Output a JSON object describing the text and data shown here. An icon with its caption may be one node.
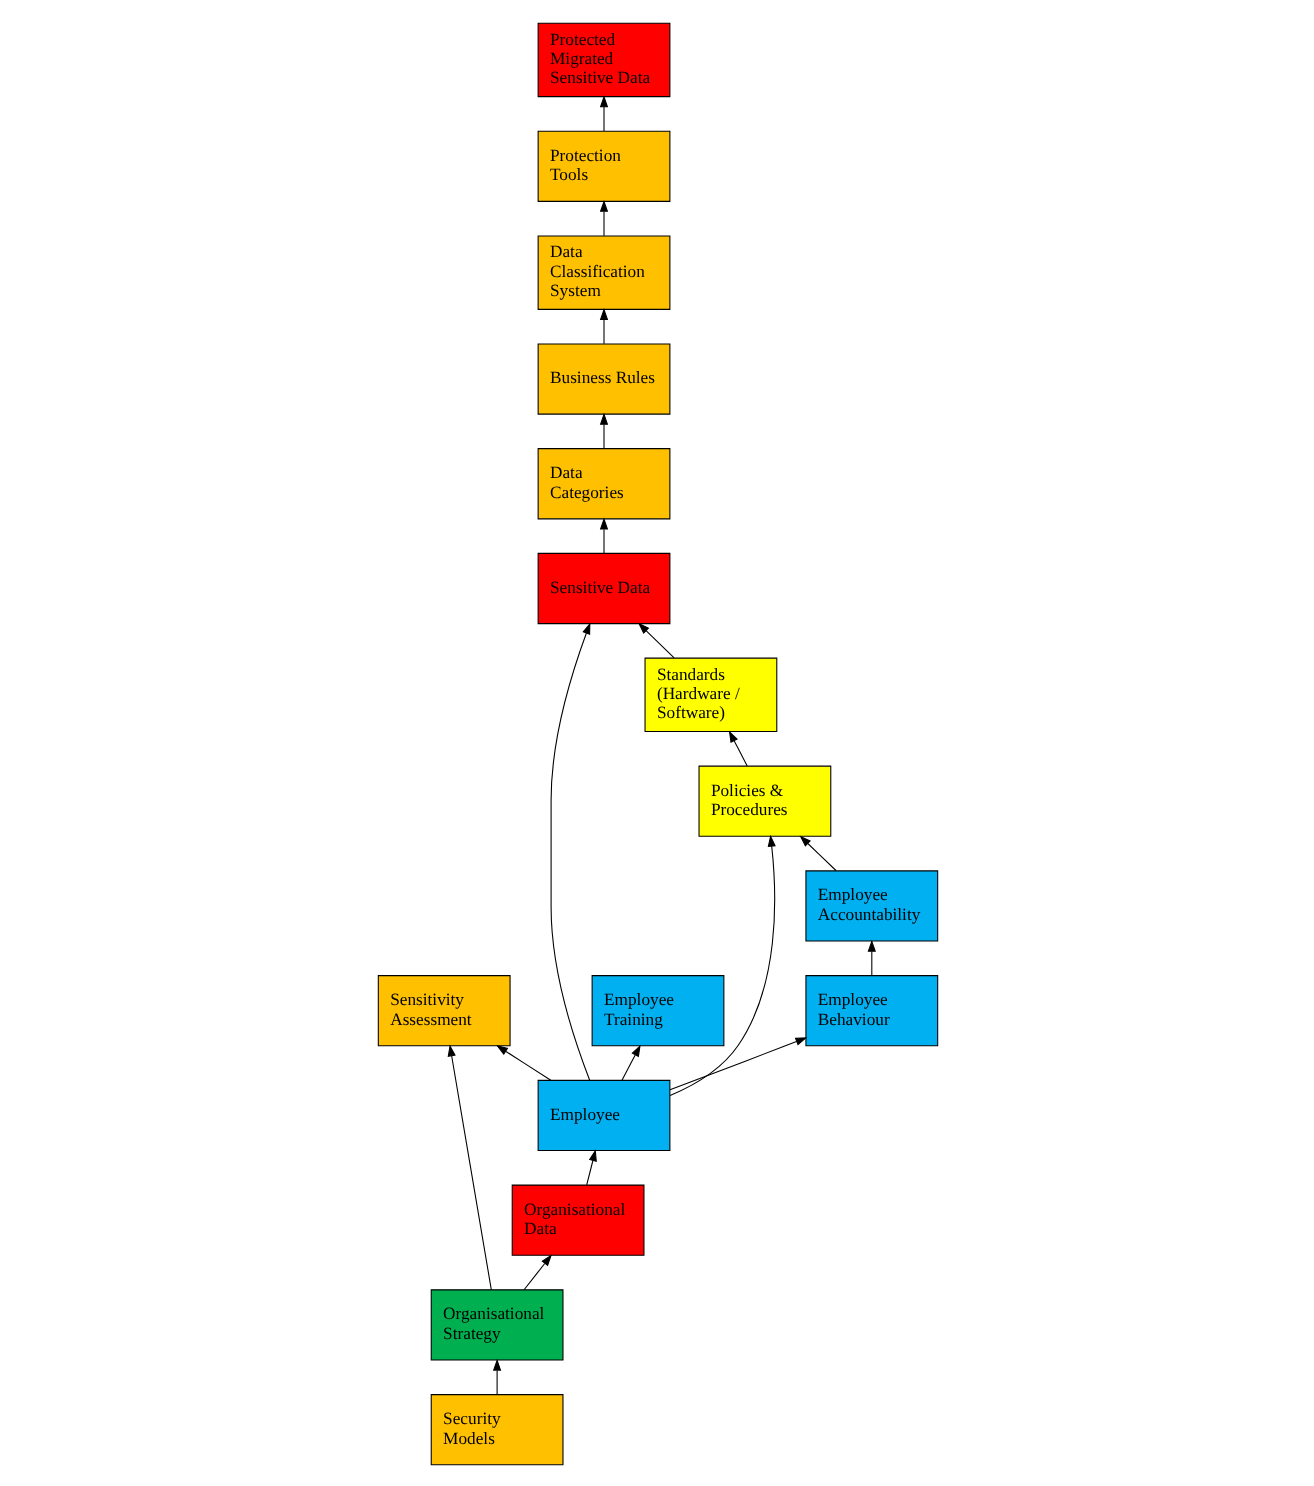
{
  "diagram": {
    "nodes": [
      {
        "text": [
          "Data Classification System"
        ]
      },
      {
        "text": [
          "Protection Tools"
        ]
      },
      {
        "text": [
          "Protected Migrated Sensitive Data"
        ]
      },
      {
        "text": [
          "Business Rules"
        ]
      },
      {
        "text": [
          "Data Categories"
        ]
      },
      {
        "text": [
          "Standards (Hardware / Software)"
        ]
      },
      {
        "text": [
          "Sensitive Data"
        ]
      },
      {
        "text": [
          "Employee Training"
        ]
      },
      {
        "text": [
          "Policies & Procedures"
        ]
      },
      {
        "text": [
          "Employee"
        ]
      },
      {
        "text": [
          "Sensitivity Assessment"
        ]
      },
      {
        "text": [
          "Employee Accountability"
        ]
      },
      {
        "text": [
          "Employee Behaviour"
        ]
      },
      {
        "text": [
          "Organisational Data"
        ]
      },
      {
        "text": [
          "Security Models"
        ]
      },
      {
        "text": [
          "Organisational Strategy"
        ]
      }
    ],
    "edges": [
      {
        "from": 3,
        "to": 0,
        "arrow": "to"
      },
      {
        "from": 0,
        "to": 1,
        "arrow": "to"
      },
      {
        "from": 1,
        "to": 2,
        "arrow": "to"
      },
      {
        "from": 4,
        "to": 3,
        "arrow": "to"
      },
      {
        "from": 6,
        "to": 4,
        "arrow": "to"
      },
      {
        "from": 5,
        "to": 6,
        "arrow": "to"
      },
      {
        "from": 8,
        "to": 5,
        "arrow": "to"
      },
      {
        "from": 9,
        "to": 6,
        "arrow": "to"
      },
      {
        "from": 9,
        "to": 7,
        "arrow": "to"
      },
      {
        "from": 9,
        "to": 8,
        "arrow": "to"
      },
      {
        "from": 9,
        "to": 10,
        "arrow": "to"
      },
      {
        "from": 9,
        "to": 12,
        "arrow": "to"
      },
      {
        "from": 12,
        "to": 11,
        "arrow": "to"
      },
      {
        "from": 11,
        "to": 8,
        "arrow": "to"
      },
      {
        "from": 13,
        "to": 9,
        "arrow": "to"
      },
      {
        "from": 15,
        "to": 13,
        "arrow": "to"
      },
      {
        "from": 14,
        "to": 15,
        "arrow": "to"
      },
      {
        "from": 15,
        "to": 10,
        "arrow": "to"
      }
    ]
  }
}
